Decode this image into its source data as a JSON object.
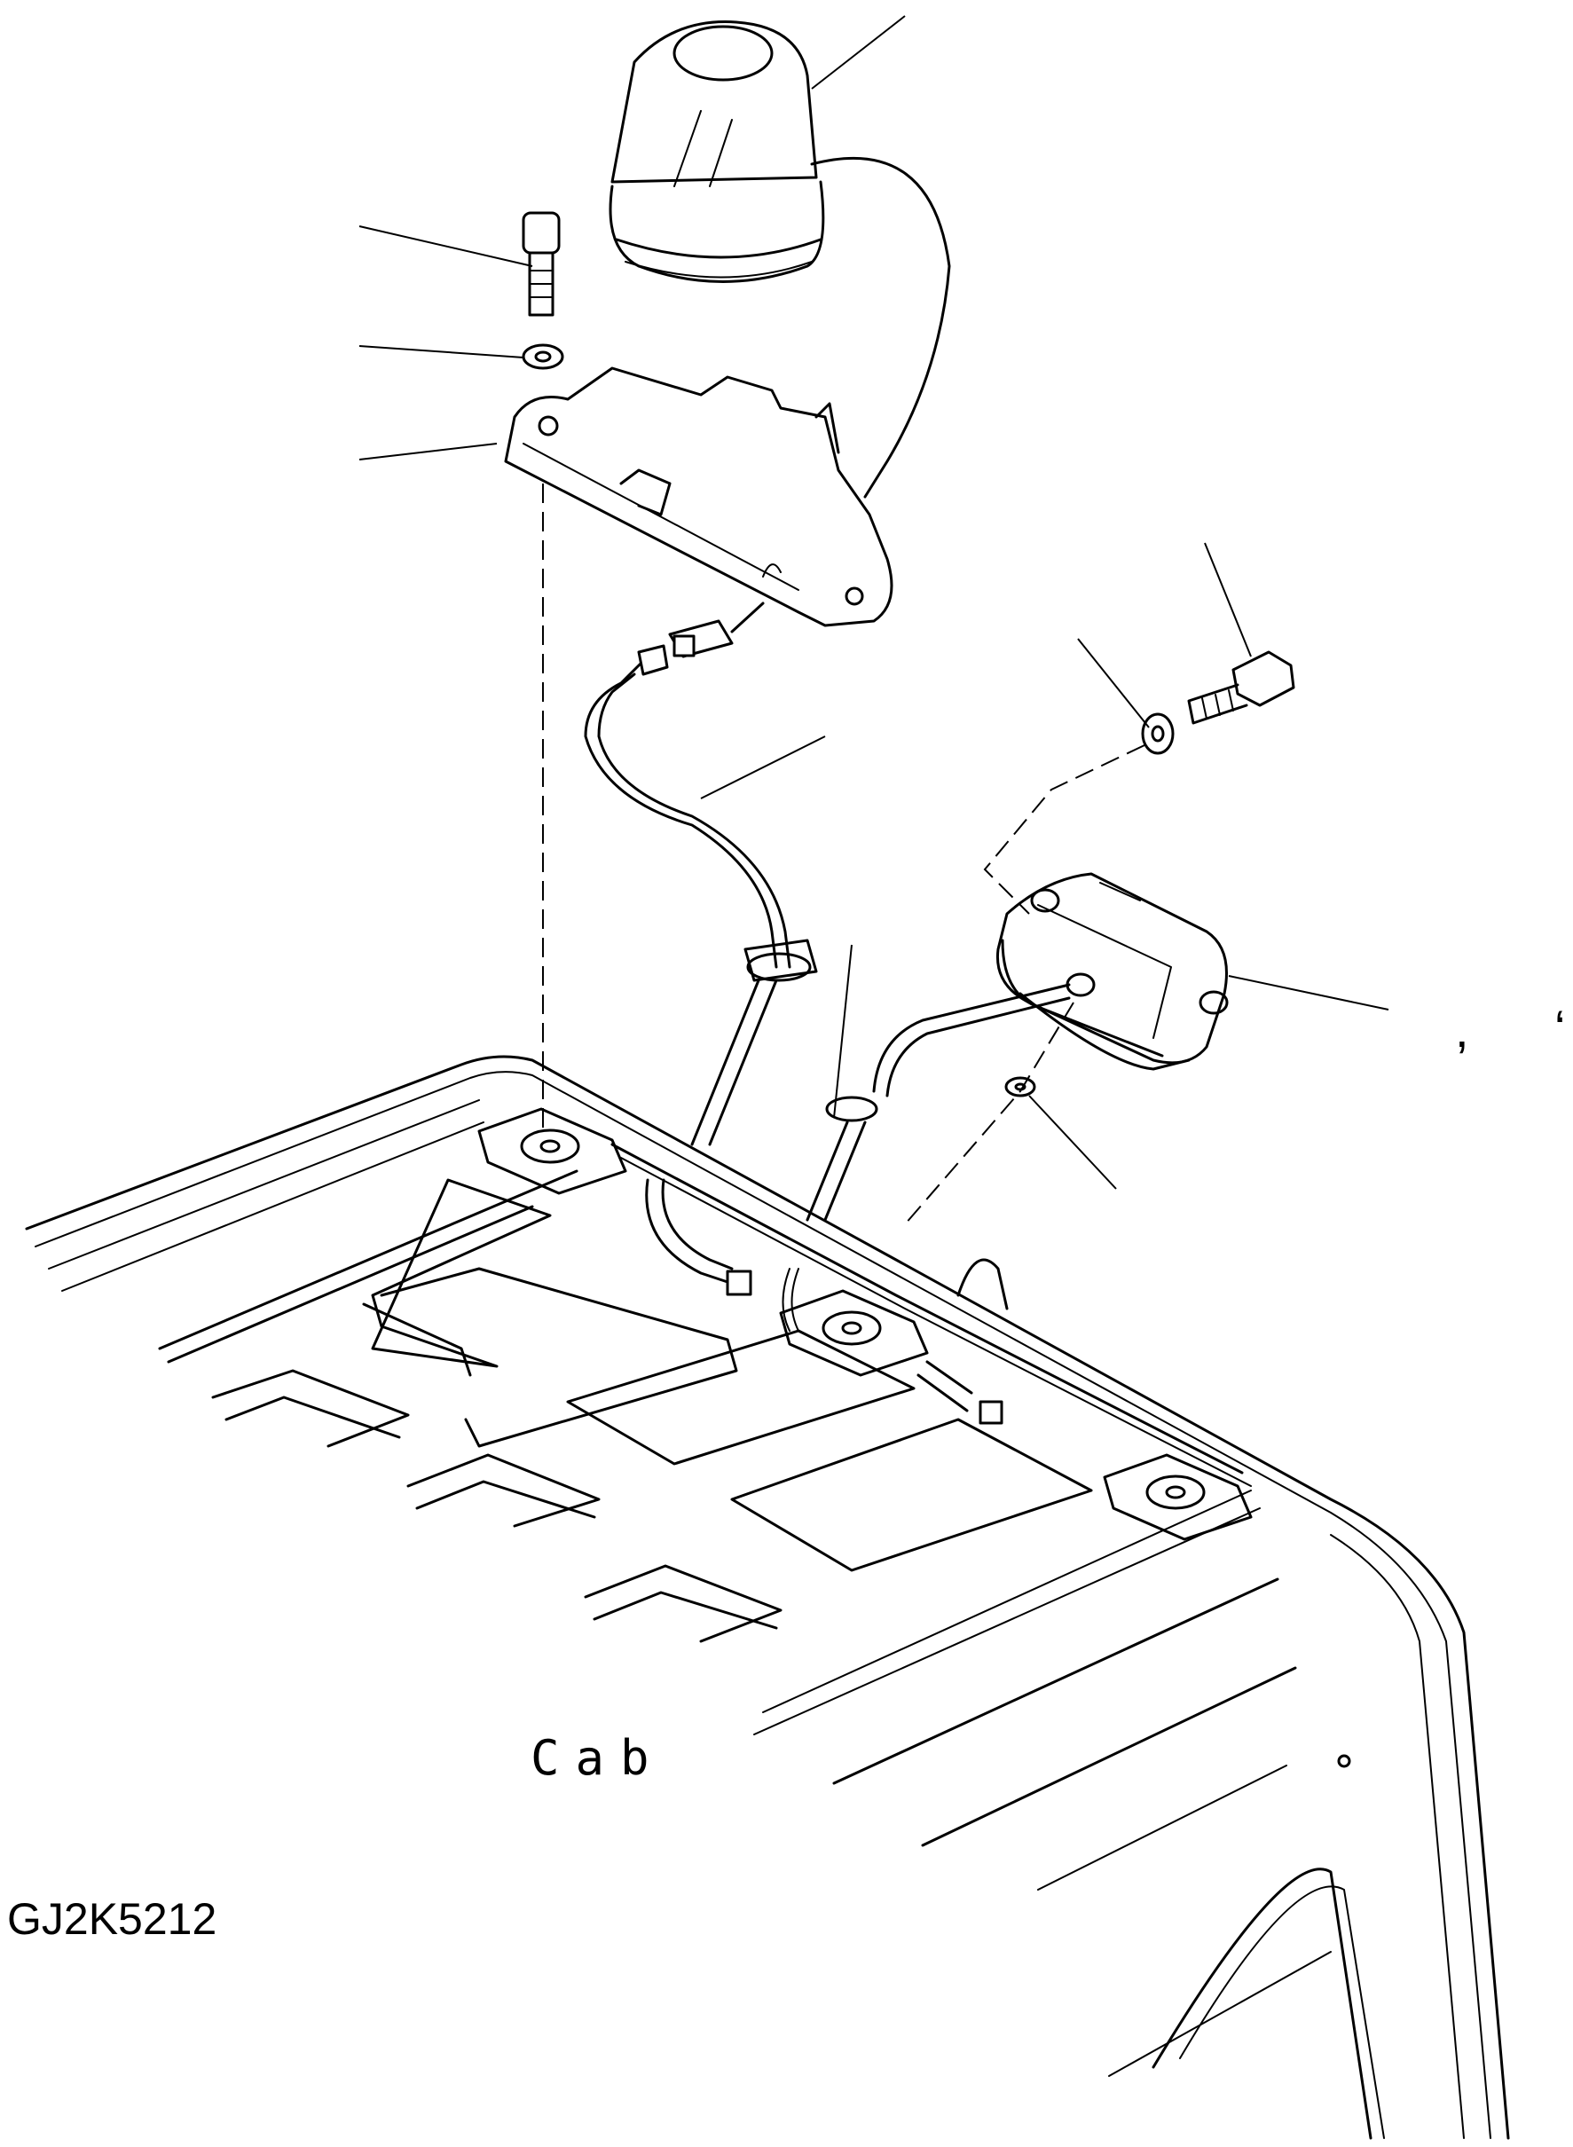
{
  "labels": {
    "cab": "Cab",
    "drawing_code": "GJ2K5212",
    "mark_comma": ",",
    "mark_tick": "ʻ"
  }
}
